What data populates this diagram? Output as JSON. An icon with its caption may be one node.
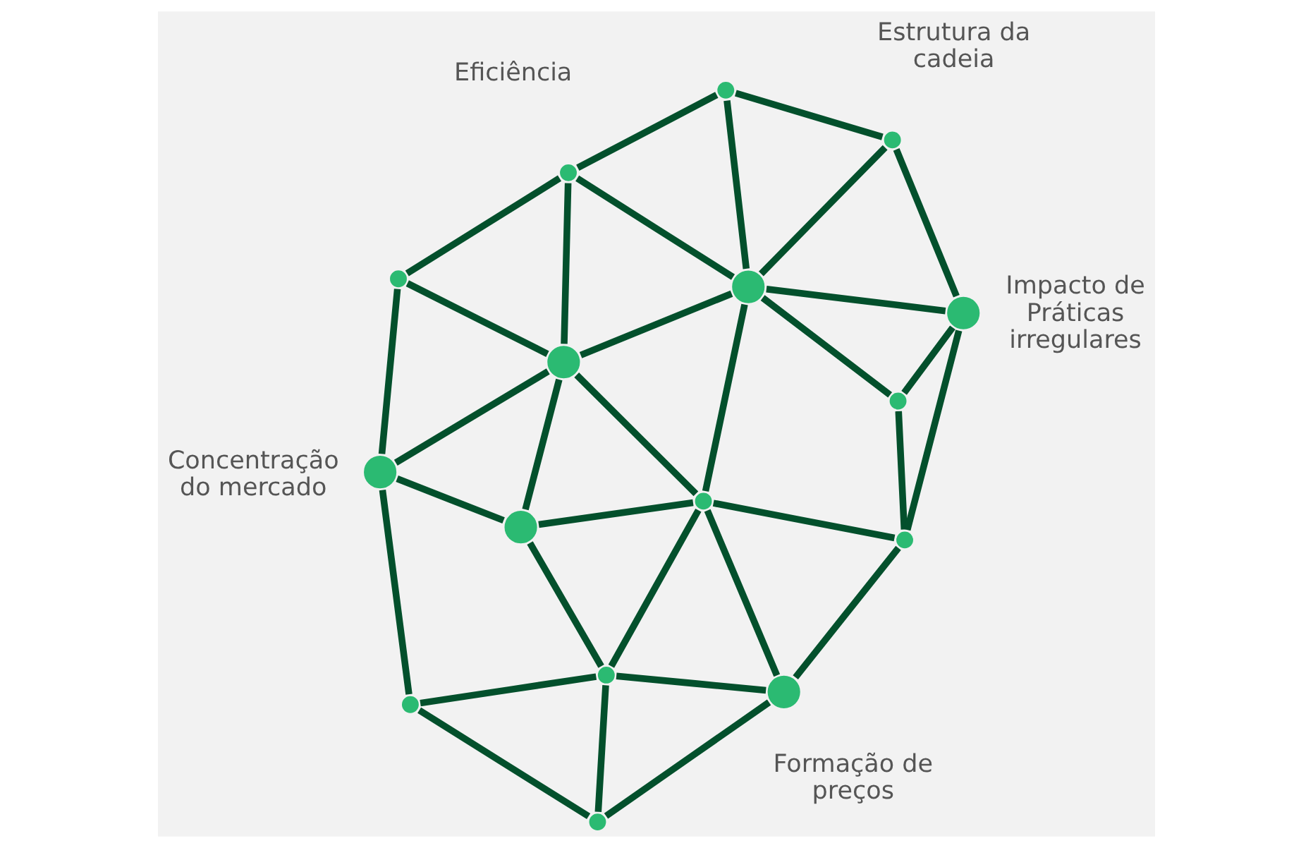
{
  "diagram": {
    "nodes": [
      {
        "text": [],
        "shape": "circle"
      },
      {
        "text": [],
        "shape": "circle"
      },
      {
        "text": [],
        "shape": "circle"
      },
      {
        "text": [],
        "shape": "circle"
      },
      {
        "text": [],
        "shape": "circle",
        "beside": [
          "Concentração do mercado"
        ]
      },
      {
        "text": [],
        "shape": "circle",
        "beside": [
          "Formação de preços"
        ]
      },
      {
        "text": [],
        "shape": "circle"
      },
      {
        "text": [],
        "shape": "circle"
      },
      {
        "text": [],
        "shape": "circle"
      },
      {
        "text": [],
        "shape": "circle"
      },
      {
        "text": [],
        "shape": "circle",
        "beside": [
          "Eficiência"
        ]
      },
      {
        "text": [],
        "shape": "circle"
      },
      {
        "text": [],
        "shape": "circle",
        "beside": [
          "Impacto de Práticas irregulares"
        ]
      },
      {
        "text": [],
        "shape": "circle"
      },
      {
        "text": [],
        "shape": "circle"
      },
      {
        "text": [],
        "shape": "circle",
        "beside": [
          "Estrutura da cadeia"
        ]
      }
    ],
    "edges": [
      {
        "from": 0,
        "to": 1,
        "arrow": "none"
      },
      {
        "from": 0,
        "to": 5,
        "arrow": "none"
      },
      {
        "from": 0,
        "to": 2,
        "arrow": "none"
      },
      {
        "from": 1,
        "to": 2,
        "arrow": "none"
      },
      {
        "from": 1,
        "to": 4,
        "arrow": "none"
      },
      {
        "from": 2,
        "to": 5,
        "arrow": "none"
      },
      {
        "from": 2,
        "to": 3,
        "arrow": "none"
      },
      {
        "from": 3,
        "to": 4,
        "arrow": "none"
      },
      {
        "from": 2,
        "to": 6,
        "arrow": "none"
      },
      {
        "from": 5,
        "to": 6,
        "arrow": "none"
      },
      {
        "from": 6,
        "to": 3,
        "arrow": "none"
      },
      {
        "from": 5,
        "to": 7,
        "arrow": "none"
      },
      {
        "from": 7,
        "to": 6,
        "arrow": "none"
      },
      {
        "from": 6,
        "to": 9,
        "arrow": "none"
      },
      {
        "from": 3,
        "to": 9,
        "arrow": "none"
      },
      {
        "from": 4,
        "to": 9,
        "arrow": "none"
      },
      {
        "from": 4,
        "to": 8,
        "arrow": "none"
      },
      {
        "from": 9,
        "to": 8,
        "arrow": "none"
      },
      {
        "from": 8,
        "to": 10,
        "arrow": "none"
      },
      {
        "from": 9,
        "to": 10,
        "arrow": "none"
      },
      {
        "from": 7,
        "to": 11,
        "arrow": "none"
      },
      {
        "from": 7,
        "to": 12,
        "arrow": "none"
      },
      {
        "from": 6,
        "to": 13,
        "arrow": "none"
      },
      {
        "from": 11,
        "to": 12,
        "arrow": "none"
      },
      {
        "from": 11,
        "to": 13,
        "arrow": "none"
      },
      {
        "from": 12,
        "to": 13,
        "arrow": "none"
      },
      {
        "from": 12,
        "to": 15,
        "arrow": "none"
      },
      {
        "from": 13,
        "to": 9,
        "arrow": "none"
      },
      {
        "from": 13,
        "to": 10,
        "arrow": "none"
      },
      {
        "from": 13,
        "to": 14,
        "arrow": "none"
      },
      {
        "from": 13,
        "to": 15,
        "arrow": "none"
      },
      {
        "from": 10,
        "to": 14,
        "arrow": "none"
      },
      {
        "from": 14,
        "to": 15,
        "arrow": "none"
      }
    ]
  }
}
